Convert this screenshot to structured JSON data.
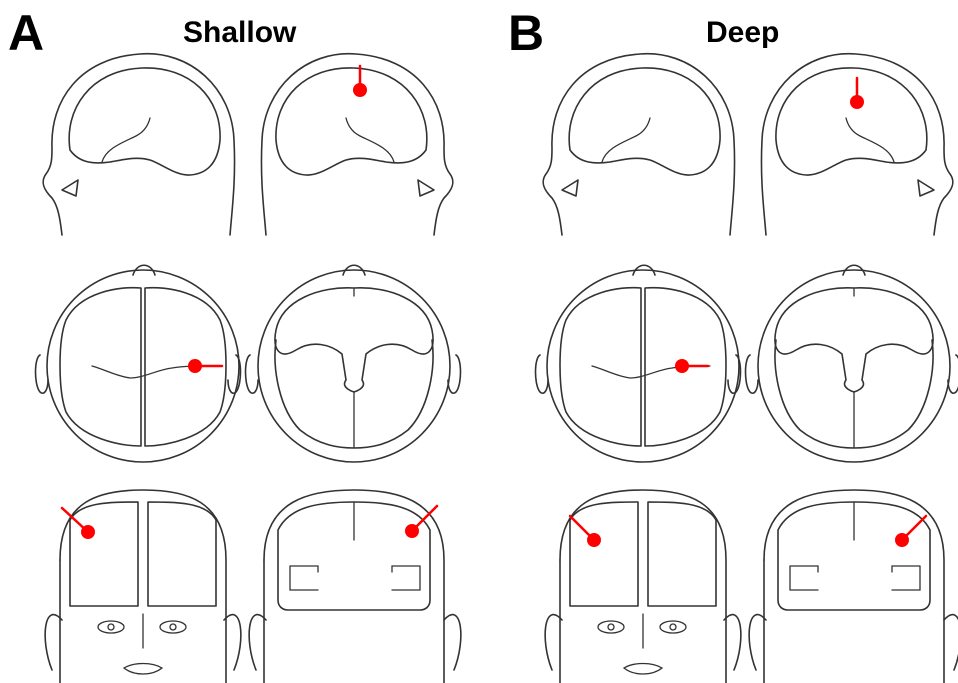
{
  "panels": [
    {
      "letter": "A",
      "title": "Shallow"
    },
    {
      "letter": "B",
      "title": "Deep"
    }
  ],
  "views": [
    "left-lateral",
    "right-lateral",
    "top",
    "bottom",
    "front",
    "back"
  ],
  "colors": {
    "source": "#ff0000",
    "outline": "#333333",
    "background": "#ffffff"
  }
}
